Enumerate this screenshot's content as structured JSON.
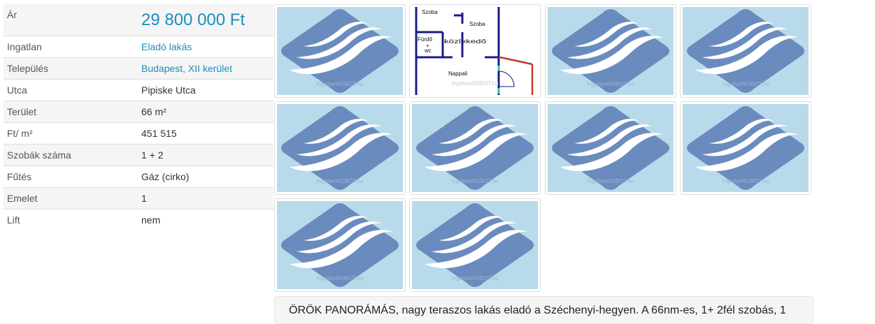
{
  "details": [
    {
      "label": "Ár",
      "value": "29 800 000 Ft",
      "type": "price"
    },
    {
      "label": "Ingatlan",
      "value": "Eladó lakás",
      "type": "link"
    },
    {
      "label": "Település",
      "value": "Budapest, XII kerület",
      "type": "link"
    },
    {
      "label": "Utca",
      "value": "Pipiske Utca",
      "type": "text"
    },
    {
      "label": "Terület",
      "value": "66 m²",
      "type": "text"
    },
    {
      "label": "Ft/ m²",
      "value": "451 515",
      "type": "text"
    },
    {
      "label": "Szobák száma",
      "value": "1 + 2",
      "type": "text"
    },
    {
      "label": "Fűtés",
      "value": "Gáz (cirko)",
      "type": "text"
    },
    {
      "label": "Emelet",
      "value": "1",
      "type": "text"
    },
    {
      "label": "Lift",
      "value": "nem",
      "type": "text"
    }
  ],
  "gallery": {
    "watermark": "IngatlanROBOT.hu",
    "logo_icon": "wave-logo-icon",
    "colors": {
      "bg": "#b9daea",
      "diamond": "#6a8bbd",
      "wave": "#ffffff"
    },
    "floorplan_labels": [
      "Szoba",
      "Szoba",
      "Fürdő",
      "+",
      "wc",
      "közlekedő",
      "Nappali"
    ],
    "count": 10
  },
  "description": "ÖRÖK PANORÁMÁS, nagy teraszos lakás eladó a Széchenyi-hegyen. A 66nm-es, 1+ 2fél szobás, 1"
}
